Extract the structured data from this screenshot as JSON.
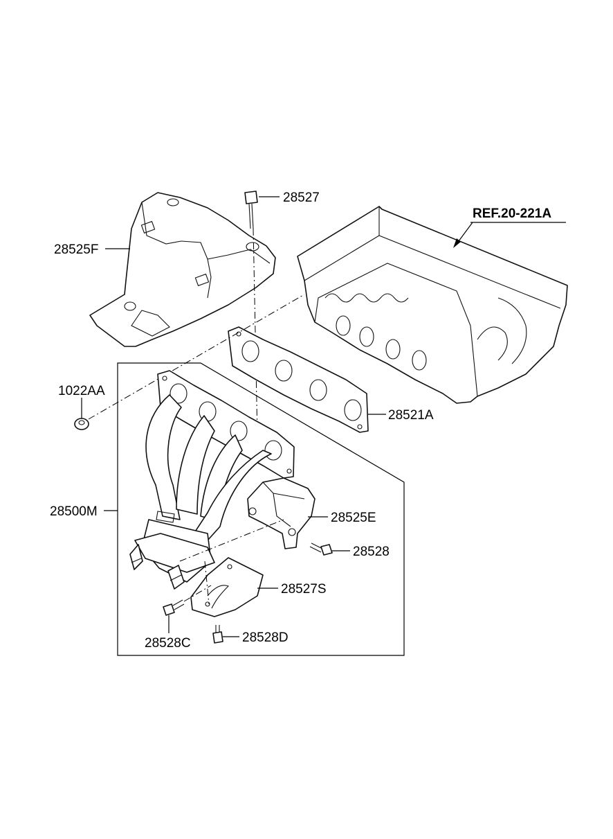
{
  "diagram": {
    "reference": "REF.20-221A",
    "parts": [
      {
        "id": "p28527",
        "label": "28527"
      },
      {
        "id": "p28525F",
        "label": "28525F"
      },
      {
        "id": "p1022AA",
        "label": "1022AA"
      },
      {
        "id": "p28521A",
        "label": "28521A"
      },
      {
        "id": "p28500M",
        "label": "28500M"
      },
      {
        "id": "p28525E",
        "label": "28525E"
      },
      {
        "id": "p28528",
        "label": "28528"
      },
      {
        "id": "p28527S",
        "label": "28527S"
      },
      {
        "id": "p28528C",
        "label": "28528C"
      },
      {
        "id": "p28528D",
        "label": "28528D"
      }
    ]
  }
}
